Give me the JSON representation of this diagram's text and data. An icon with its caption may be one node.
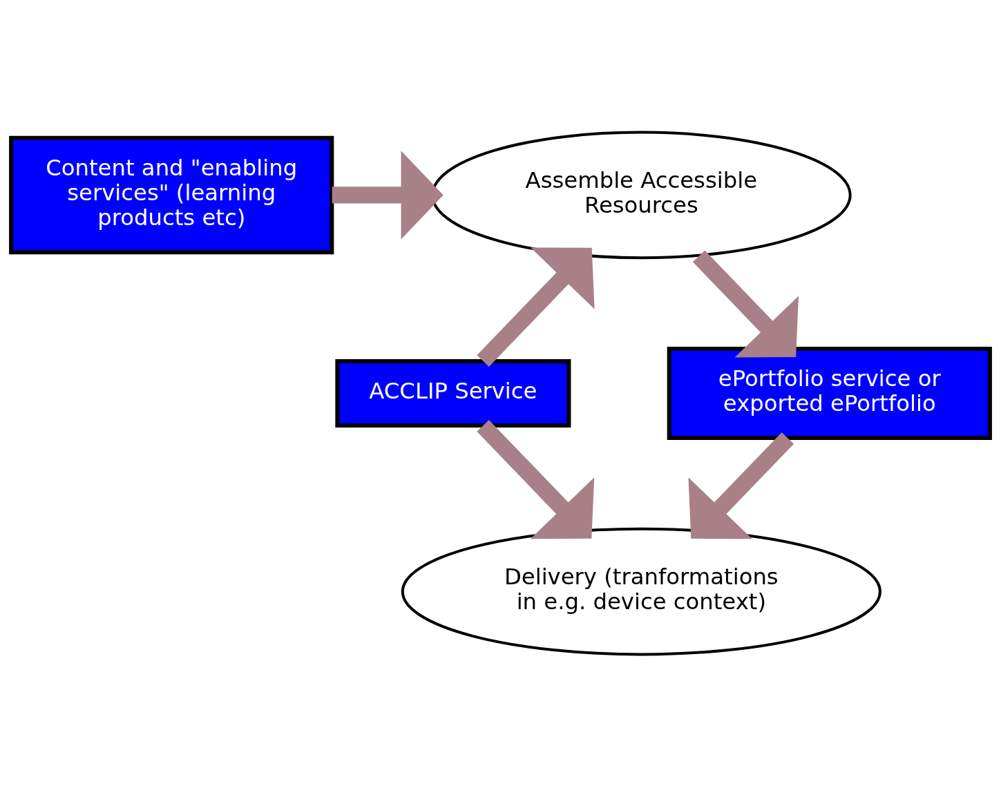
{
  "diagram": {
    "nodes": [
      {
        "text": [
          "Content and \"enabling services\" (learning products etc)"
        ]
      },
      {
        "text": [
          "Assemble Accessible Resources"
        ]
      },
      {
        "text": [
          "ACCLIP Service"
        ]
      },
      {
        "text": [
          "ePortfolio service or exported ePortfolio"
        ]
      },
      {
        "text": [
          "Delivery (tranformations in e.g. device context)"
        ]
      }
    ],
    "edges": [
      {
        "from": 0,
        "to": 1,
        "arrow": "to"
      },
      {
        "from": 2,
        "to": 1,
        "arrow": "to"
      },
      {
        "from": 1,
        "to": 3,
        "arrow": "to"
      },
      {
        "from": 2,
        "to": 4,
        "arrow": "to"
      },
      {
        "from": 3,
        "to": 4,
        "arrow": "to"
      }
    ]
  }
}
